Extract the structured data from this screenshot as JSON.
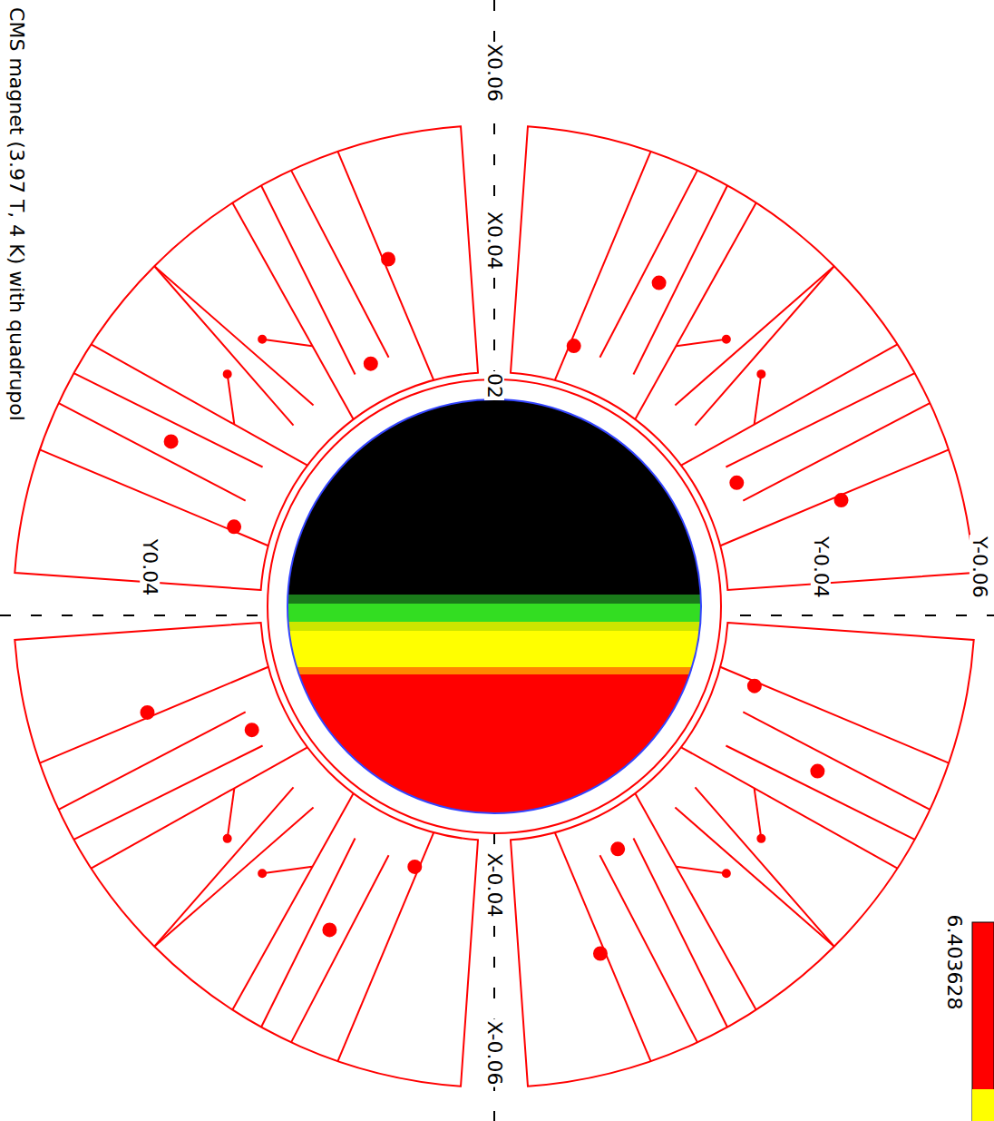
{
  "diagram": {
    "title": "CMS magnet (3.97 T, 4 K) with quadrupol",
    "labels": [
      "X0.06",
      "X0.04",
      "02",
      "Y0.04",
      "Y-0.04",
      "Y-0.06",
      "X-0.04",
      "X-0.06"
    ],
    "legend": [
      {
        "text": "6.403628",
        "color": "#ff0000"
      }
    ]
  }
}
